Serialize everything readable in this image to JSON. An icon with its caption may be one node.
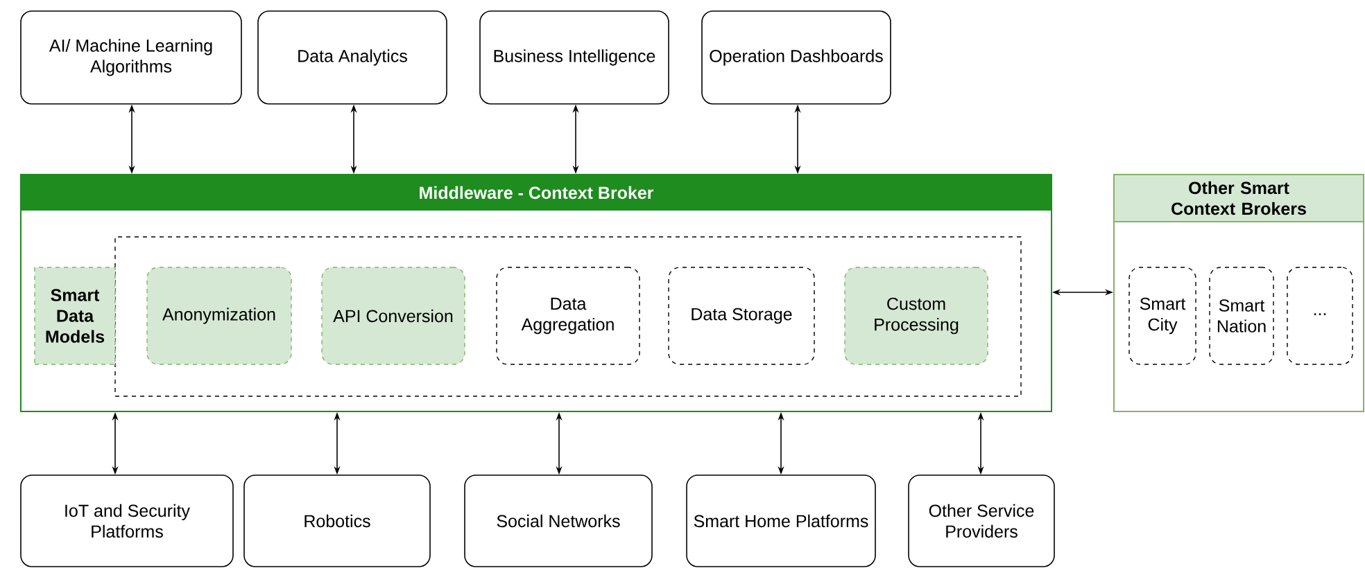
{
  "diagram": {
    "nodes": [
      {
        "text": [
          "AI/ Machine Learning Algorithms"
        ]
      },
      {
        "text": [
          "Data Analytics"
        ]
      },
      {
        "text": [
          "Business Intelligence"
        ]
      },
      {
        "text": [
          "Operation Dashboards"
        ]
      },
      {
        "text": [
          "Middleware - Context Broker"
        ]
      },
      {
        "text": [],
        "shape": "box",
        "in": 4
      },
      {
        "text": [
          "Smart Data Models"
        ],
        "in": 4
      },
      {
        "text": [
          "Anonymization"
        ],
        "in": 5
      },
      {
        "text": [
          "API Conversion"
        ],
        "in": 5
      },
      {
        "text": [
          "Data Aggregation"
        ],
        "in": 5
      },
      {
        "text": [
          "Data Storage"
        ],
        "in": 5
      },
      {
        "text": [
          "Custom Processing"
        ],
        "in": 5
      },
      {
        "text": [
          "Other Smart Context Brokers"
        ]
      },
      {
        "text": [
          "Smart City"
        ],
        "in": 12
      },
      {
        "text": [
          "Smart Nation"
        ],
        "in": 12
      },
      {
        "text": [
          "..."
        ],
        "in": 12
      },
      {
        "text": [
          "IoT and Security Platforms"
        ]
      },
      {
        "text": [
          "Robotics"
        ]
      },
      {
        "text": [
          "Social Networks"
        ]
      },
      {
        "text": [
          "Smart Home Platforms"
        ]
      },
      {
        "text": [
          "Other Service Providers"
        ]
      }
    ],
    "edges": [
      {
        "from": 0,
        "to": 4,
        "arrow": "both"
      },
      {
        "from": 1,
        "to": 4,
        "arrow": "both"
      },
      {
        "from": 2,
        "to": 4,
        "arrow": "both"
      },
      {
        "from": 3,
        "to": 4,
        "arrow": "both"
      },
      {
        "from": 4,
        "to": 16,
        "arrow": "both"
      },
      {
        "from": 4,
        "to": 17,
        "arrow": "both"
      },
      {
        "from": 4,
        "to": 18,
        "arrow": "both"
      },
      {
        "from": 4,
        "to": 19,
        "arrow": "both"
      },
      {
        "from": 4,
        "to": 20,
        "arrow": "both"
      },
      {
        "from": 4,
        "to": 12,
        "arrow": "both"
      }
    ]
  }
}
